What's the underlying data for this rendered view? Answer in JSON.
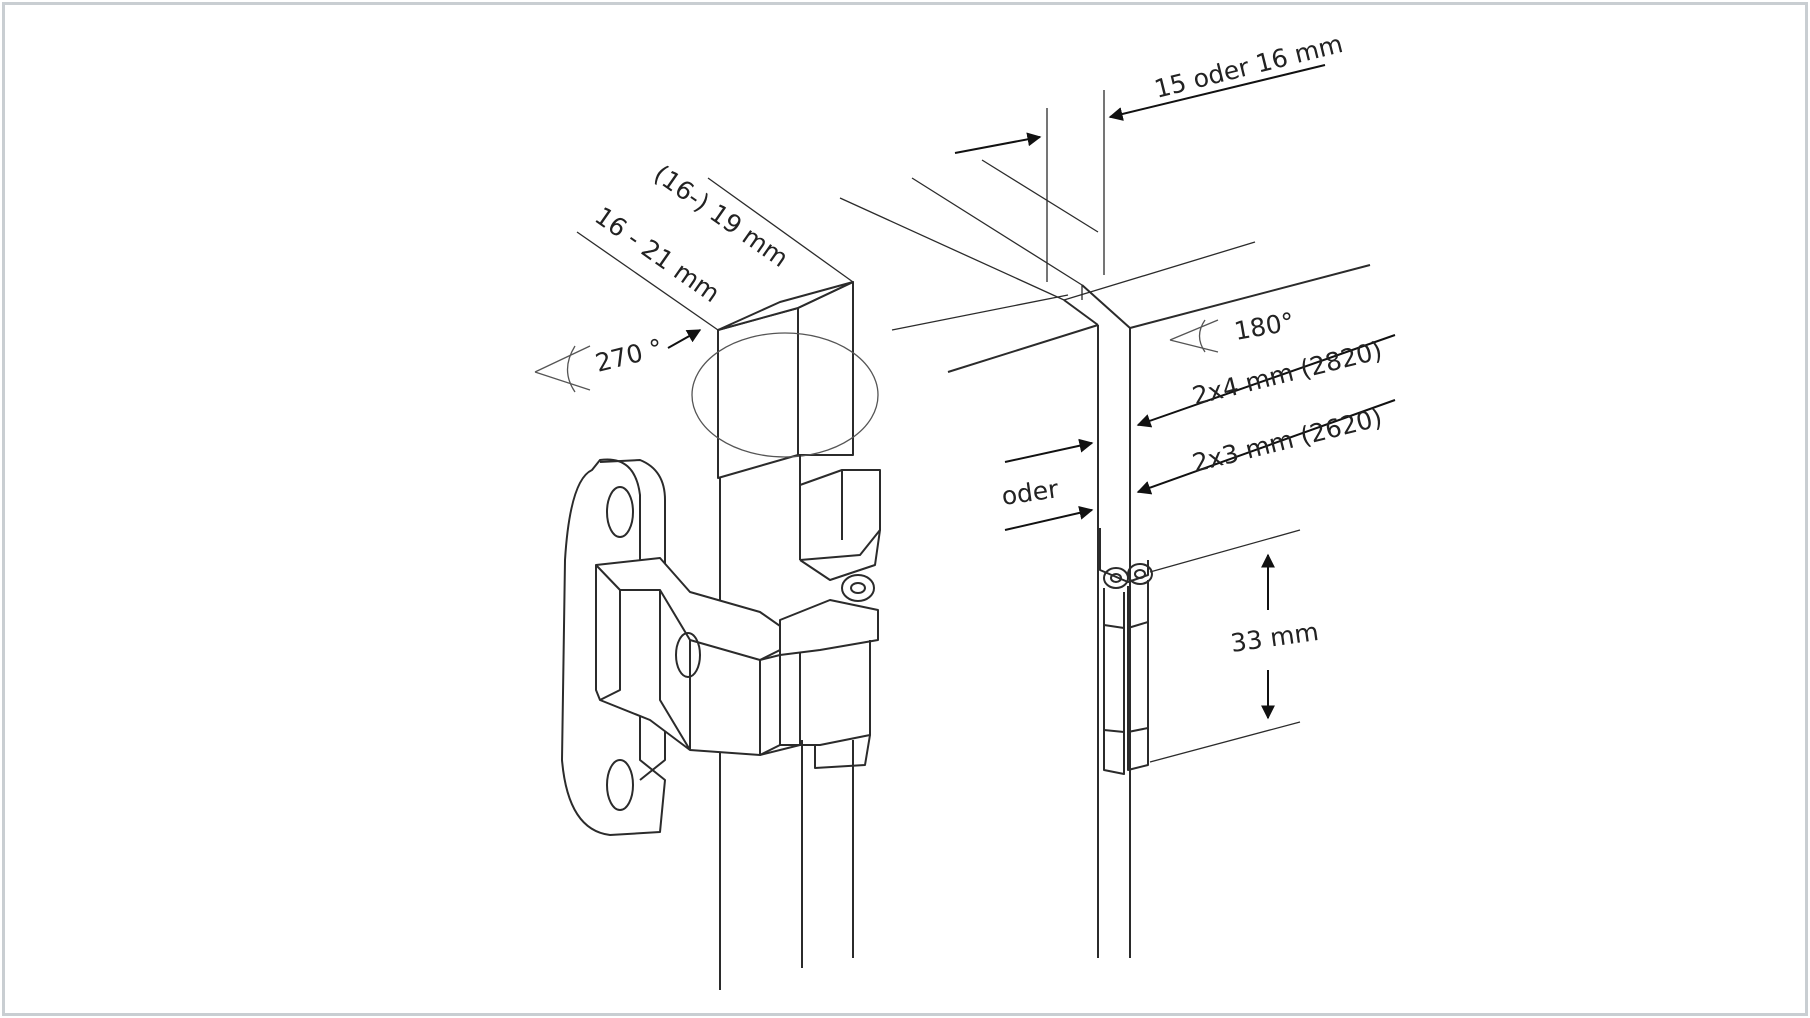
{
  "labels": {
    "angle_270": "270 °",
    "thickness_16_19": "(16-) 19 mm",
    "thickness_16_21": "16 - 21 mm",
    "gap_15_16": "15 oder 16 mm",
    "angle_180": "180°",
    "gap_2x4": "2x4 mm (2820)",
    "gap_2x3": "2x3 mm (2620)",
    "oder": "oder",
    "height_33": "33 mm"
  },
  "colors": {
    "line": "#2b2b2b",
    "light_line": "#6d6d6d",
    "frame_border": "#c9ced2"
  }
}
